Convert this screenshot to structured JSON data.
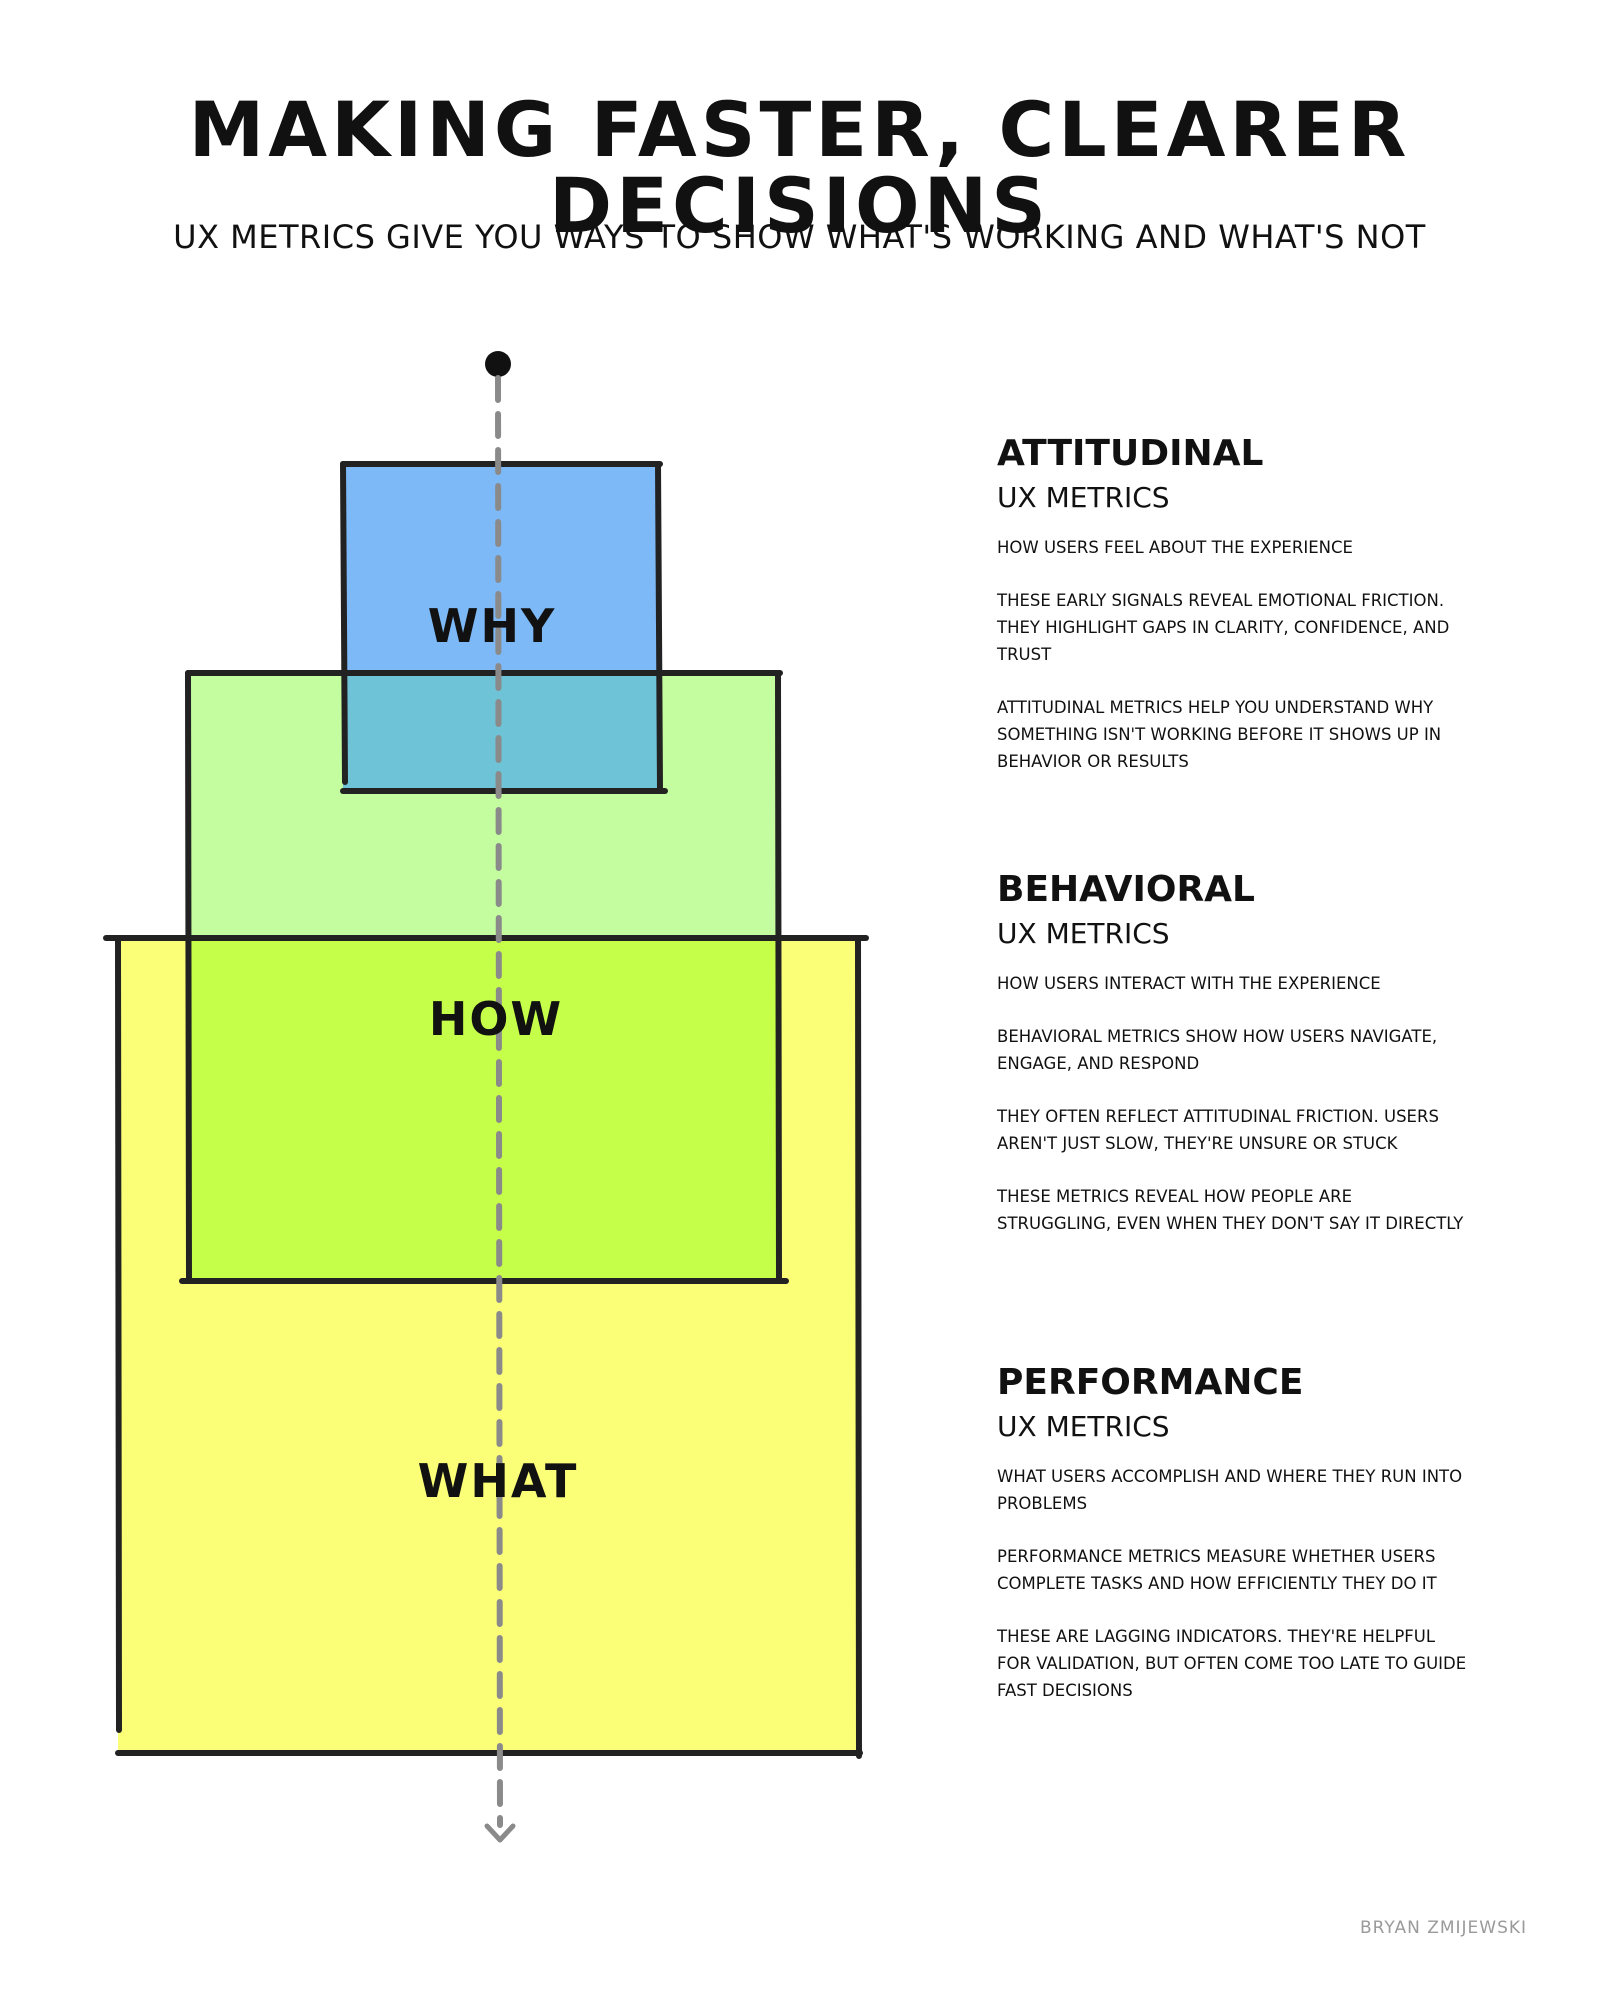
{
  "header": {
    "title": "MAKING FASTER, CLEARER DECISIONS",
    "subtitle": "UX METRICS GIVE YOU WAYS TO SHOW WHAT'S WORKING AND WHAT'S NOT"
  },
  "diagram": {
    "boxes": [
      {
        "label": "WHY",
        "color": "#7db8f7"
      },
      {
        "label": "HOW",
        "color": "#c6ff4a"
      },
      {
        "label": "WHAT",
        "color": "#fbff78"
      }
    ],
    "colors": {
      "overlap_why_how": "#6fc3d6",
      "light_green": "#c4fda0",
      "outline": "#222222",
      "arrow": "#8a8a8a"
    }
  },
  "sections": [
    {
      "title": "ATTITUDINAL",
      "subtitle": "UX METRICS",
      "paragraphs": [
        "HOW USERS FEEL ABOUT THE EXPERIENCE",
        "THESE EARLY SIGNALS REVEAL EMOTIONAL FRICTION. THEY HIGHLIGHT GAPS IN CLARITY, CONFIDENCE, AND TRUST",
        "ATTITUDINAL METRICS HELP YOU UNDERSTAND WHY SOMETHING ISN'T WORKING BEFORE IT SHOWS UP IN BEHAVIOR OR RESULTS"
      ]
    },
    {
      "title": "BEHAVIORAL",
      "subtitle": "UX METRICS",
      "paragraphs": [
        "HOW USERS INTERACT WITH THE EXPERIENCE",
        "BEHAVIORAL METRICS SHOW HOW USERS NAVIGATE, ENGAGE, AND RESPOND",
        "THEY OFTEN REFLECT ATTITUDINAL FRICTION. USERS AREN'T JUST SLOW, THEY'RE UNSURE OR STUCK",
        "THESE METRICS REVEAL HOW PEOPLE ARE STRUGGLING, EVEN WHEN THEY DON'T SAY IT DIRECTLY"
      ]
    },
    {
      "title": "PERFORMANCE",
      "subtitle": "UX METRICS",
      "paragraphs": [
        "WHAT USERS ACCOMPLISH AND WHERE THEY RUN INTO PROBLEMS",
        "PERFORMANCE METRICS MEASURE WHETHER USERS COMPLETE TASKS AND HOW EFFICIENTLY THEY DO IT",
        "THESE ARE LAGGING INDICATORS. THEY'RE HELPFUL FOR VALIDATION, BUT OFTEN COME TOO LATE TO GUIDE FAST DECISIONS"
      ]
    }
  ],
  "signature": "BRYAN ZMIJEWSKI"
}
